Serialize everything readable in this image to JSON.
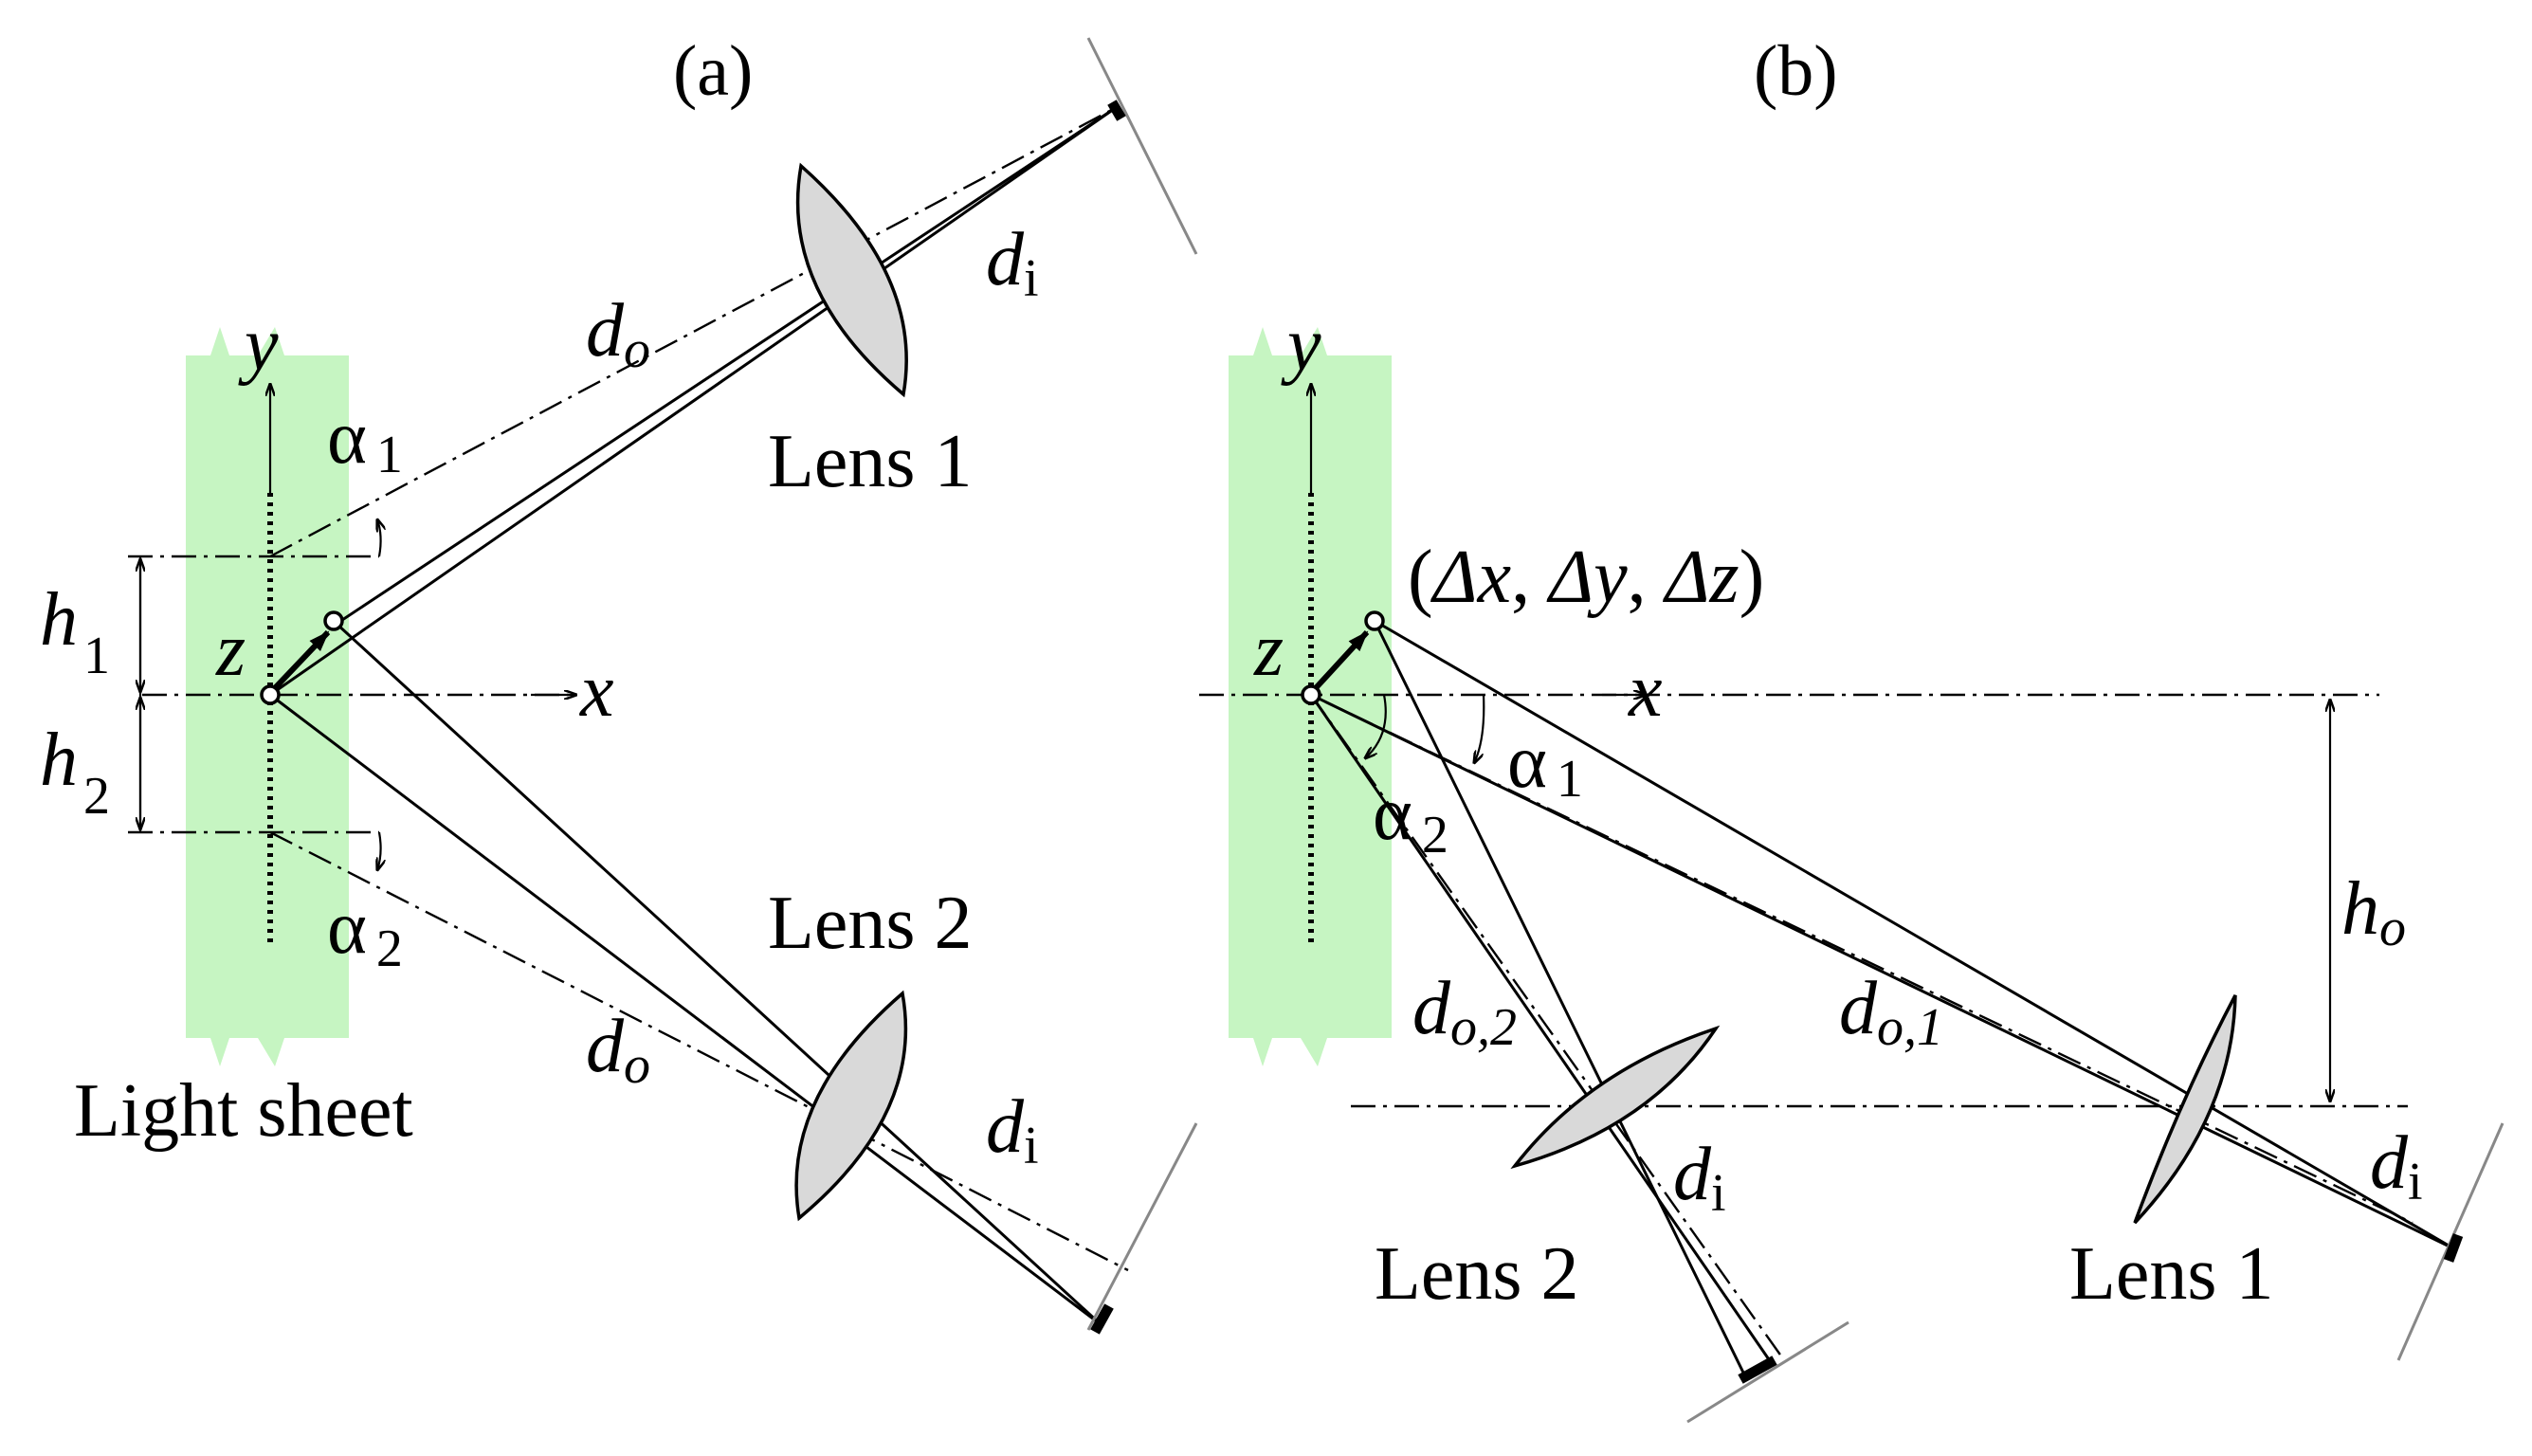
{
  "panels": {
    "a": {
      "panel_label": "(a)",
      "y_axis": "y",
      "x_axis": "x",
      "z_axis": "z",
      "alpha1": "α",
      "alpha1_sub": "1",
      "alpha2": "α",
      "alpha2_sub": "2",
      "h1": "h",
      "h1_sub": "1",
      "h2": "h",
      "h2_sub": "2",
      "do_top": "d",
      "do_top_sub": "o",
      "do_bottom": "d",
      "do_bottom_sub": "o",
      "di_top": "d",
      "di_top_sub": "i",
      "di_bottom": "d",
      "di_bottom_sub": "i",
      "lens1": "Lens 1",
      "lens2": "Lens 2",
      "light_sheet": "Light sheet"
    },
    "b": {
      "panel_label": "(b)",
      "y_axis": "y",
      "x_axis": "x",
      "z_axis": "z",
      "displacement_open": "(",
      "displacement_dx": "Δx",
      "displacement_sep1": ", ",
      "displacement_dy": "Δy",
      "displacement_sep2": ", ",
      "displacement_dz": "Δz",
      "displacement_close": ")",
      "alpha1": "α",
      "alpha1_sub": "1",
      "alpha2": "α",
      "alpha2_sub": "2",
      "ho": "h",
      "ho_sub": "o",
      "do1": "d",
      "do1_sub": "o,1",
      "do2": "d",
      "do2_sub": "o,2",
      "di_left": "d",
      "di_left_sub": "i",
      "di_right": "d",
      "di_right_sub": "i",
      "lens1": "Lens 1",
      "lens2": "Lens 2"
    }
  },
  "colors": {
    "light_sheet": "#c6f5c2",
    "lens_fill": "#d9d9d9",
    "line": "#000000",
    "sensor_plane": "#888888"
  }
}
